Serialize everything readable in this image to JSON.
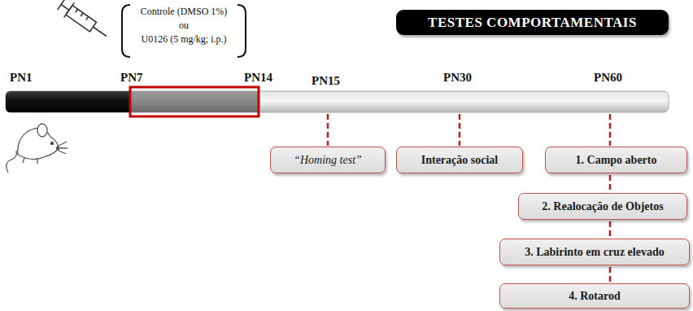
{
  "diagram": {
    "nodes": [
      {
        "text": [
          "TESTES COMPORTAMENTAIS"
        ]
      },
      {
        "text": [
          "“Homing test”"
        ]
      },
      {
        "text": [
          "Interação social"
        ]
      },
      {
        "text": [
          "1. Campo aberto"
        ]
      },
      {
        "text": [
          "2. Realocação de Objetos"
        ]
      },
      {
        "text": [
          "3. Labirinto em cruz elevado"
        ]
      },
      {
        "text": [
          "4. Rotarod"
        ]
      }
    ],
    "edges": [
      {
        "from": 3,
        "to": 4,
        "arrow": "none"
      },
      {
        "from": 4,
        "to": 5,
        "arrow": "none"
      },
      {
        "from": 5,
        "to": 6,
        "arrow": "none"
      }
    ],
    "labels": [
      "Controle (DMSO 1%)",
      "ou",
      "U0126 (5 mg/kg; i.p.)",
      "PN1",
      "PN7",
      "PN14",
      "PN15",
      "PN30",
      "PN60"
    ]
  }
}
